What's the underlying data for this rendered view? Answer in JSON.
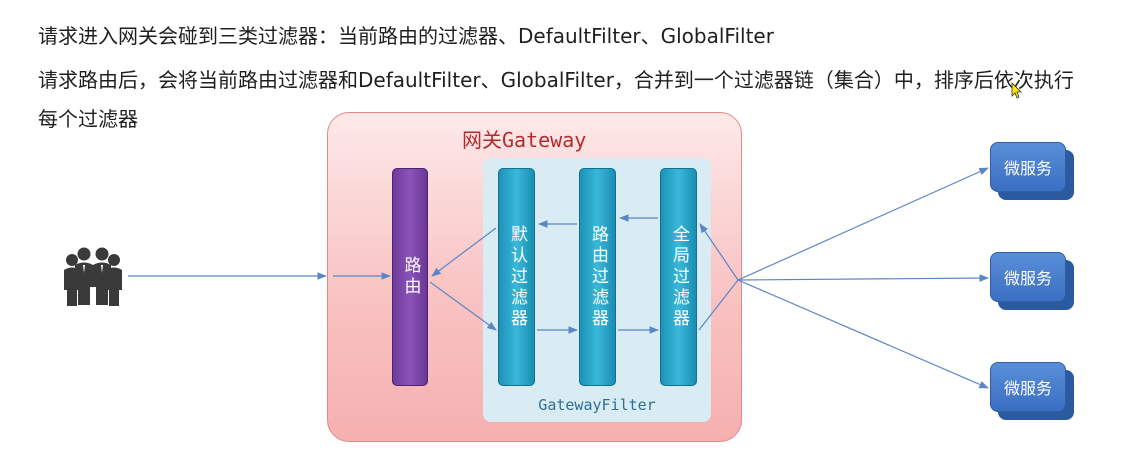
{
  "text": {
    "line1": "请求进入网关会碰到三类过滤器：当前路由的过滤器、DefaultFilter、GlobalFilter",
    "line2": "请求路由后，会将当前路由过滤器和DefaultFilter、GlobalFilter，合并到一个过滤器链（集合）中，排序后依次执行",
    "line3": "每个过滤器"
  },
  "diagram": {
    "gateway_title": "网关Gateway",
    "filter_panel_label": "GatewayFilter",
    "route_label": "路由",
    "default_filter_label": "默认过滤器",
    "route_filter_label": "路由过滤器",
    "global_filter_label": "全局过滤器",
    "microservices": [
      "微服务",
      "微服务",
      "微服务"
    ]
  },
  "icons": {
    "users": "users-icon"
  },
  "colors": {
    "gateway_title": "#b42b2b",
    "route_column": "#7a44a8",
    "filter_column": "#2aa7cc",
    "microservice": "#3b6fc2",
    "arrow": "#5b86c6"
  }
}
